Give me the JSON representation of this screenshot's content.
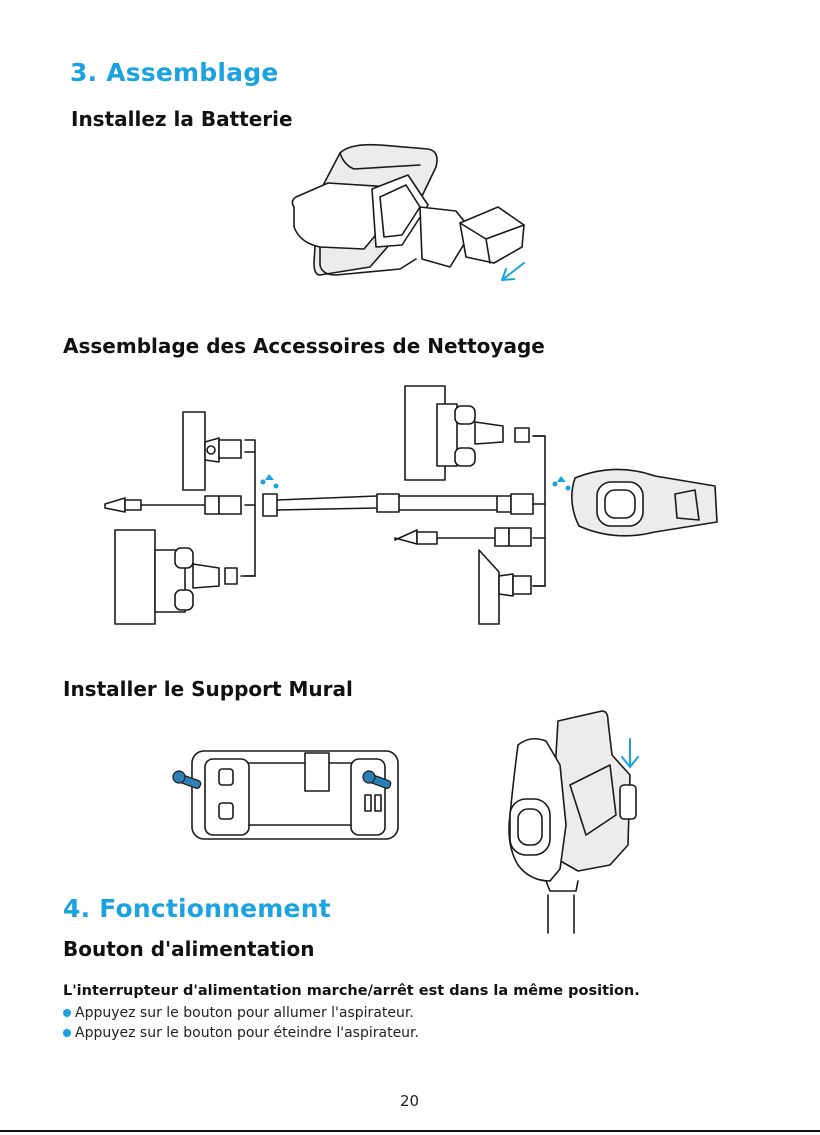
{
  "section3": {
    "title": "3. Assemblage",
    "battery_heading": "Installez la Batterie",
    "accessories_heading": "Assemblage des Accessoires de Nettoyage",
    "wallmount_heading": "Installer le Support Mural"
  },
  "section4": {
    "title": "4. Fonctionnement",
    "power_heading": "Bouton d'alimentation",
    "power_intro": "L'interrupteur d'alimentation marche/arrêt est dans la même position.",
    "bullets": [
      "Appuyez sur le bouton pour allumer l'aspirateur.",
      "Appuyez sur le bouton pour éteindre l'aspirateur."
    ]
  },
  "footer": {
    "page_number": "20"
  },
  "colors": {
    "accent": "#1aa3e0",
    "text": "#111111"
  }
}
